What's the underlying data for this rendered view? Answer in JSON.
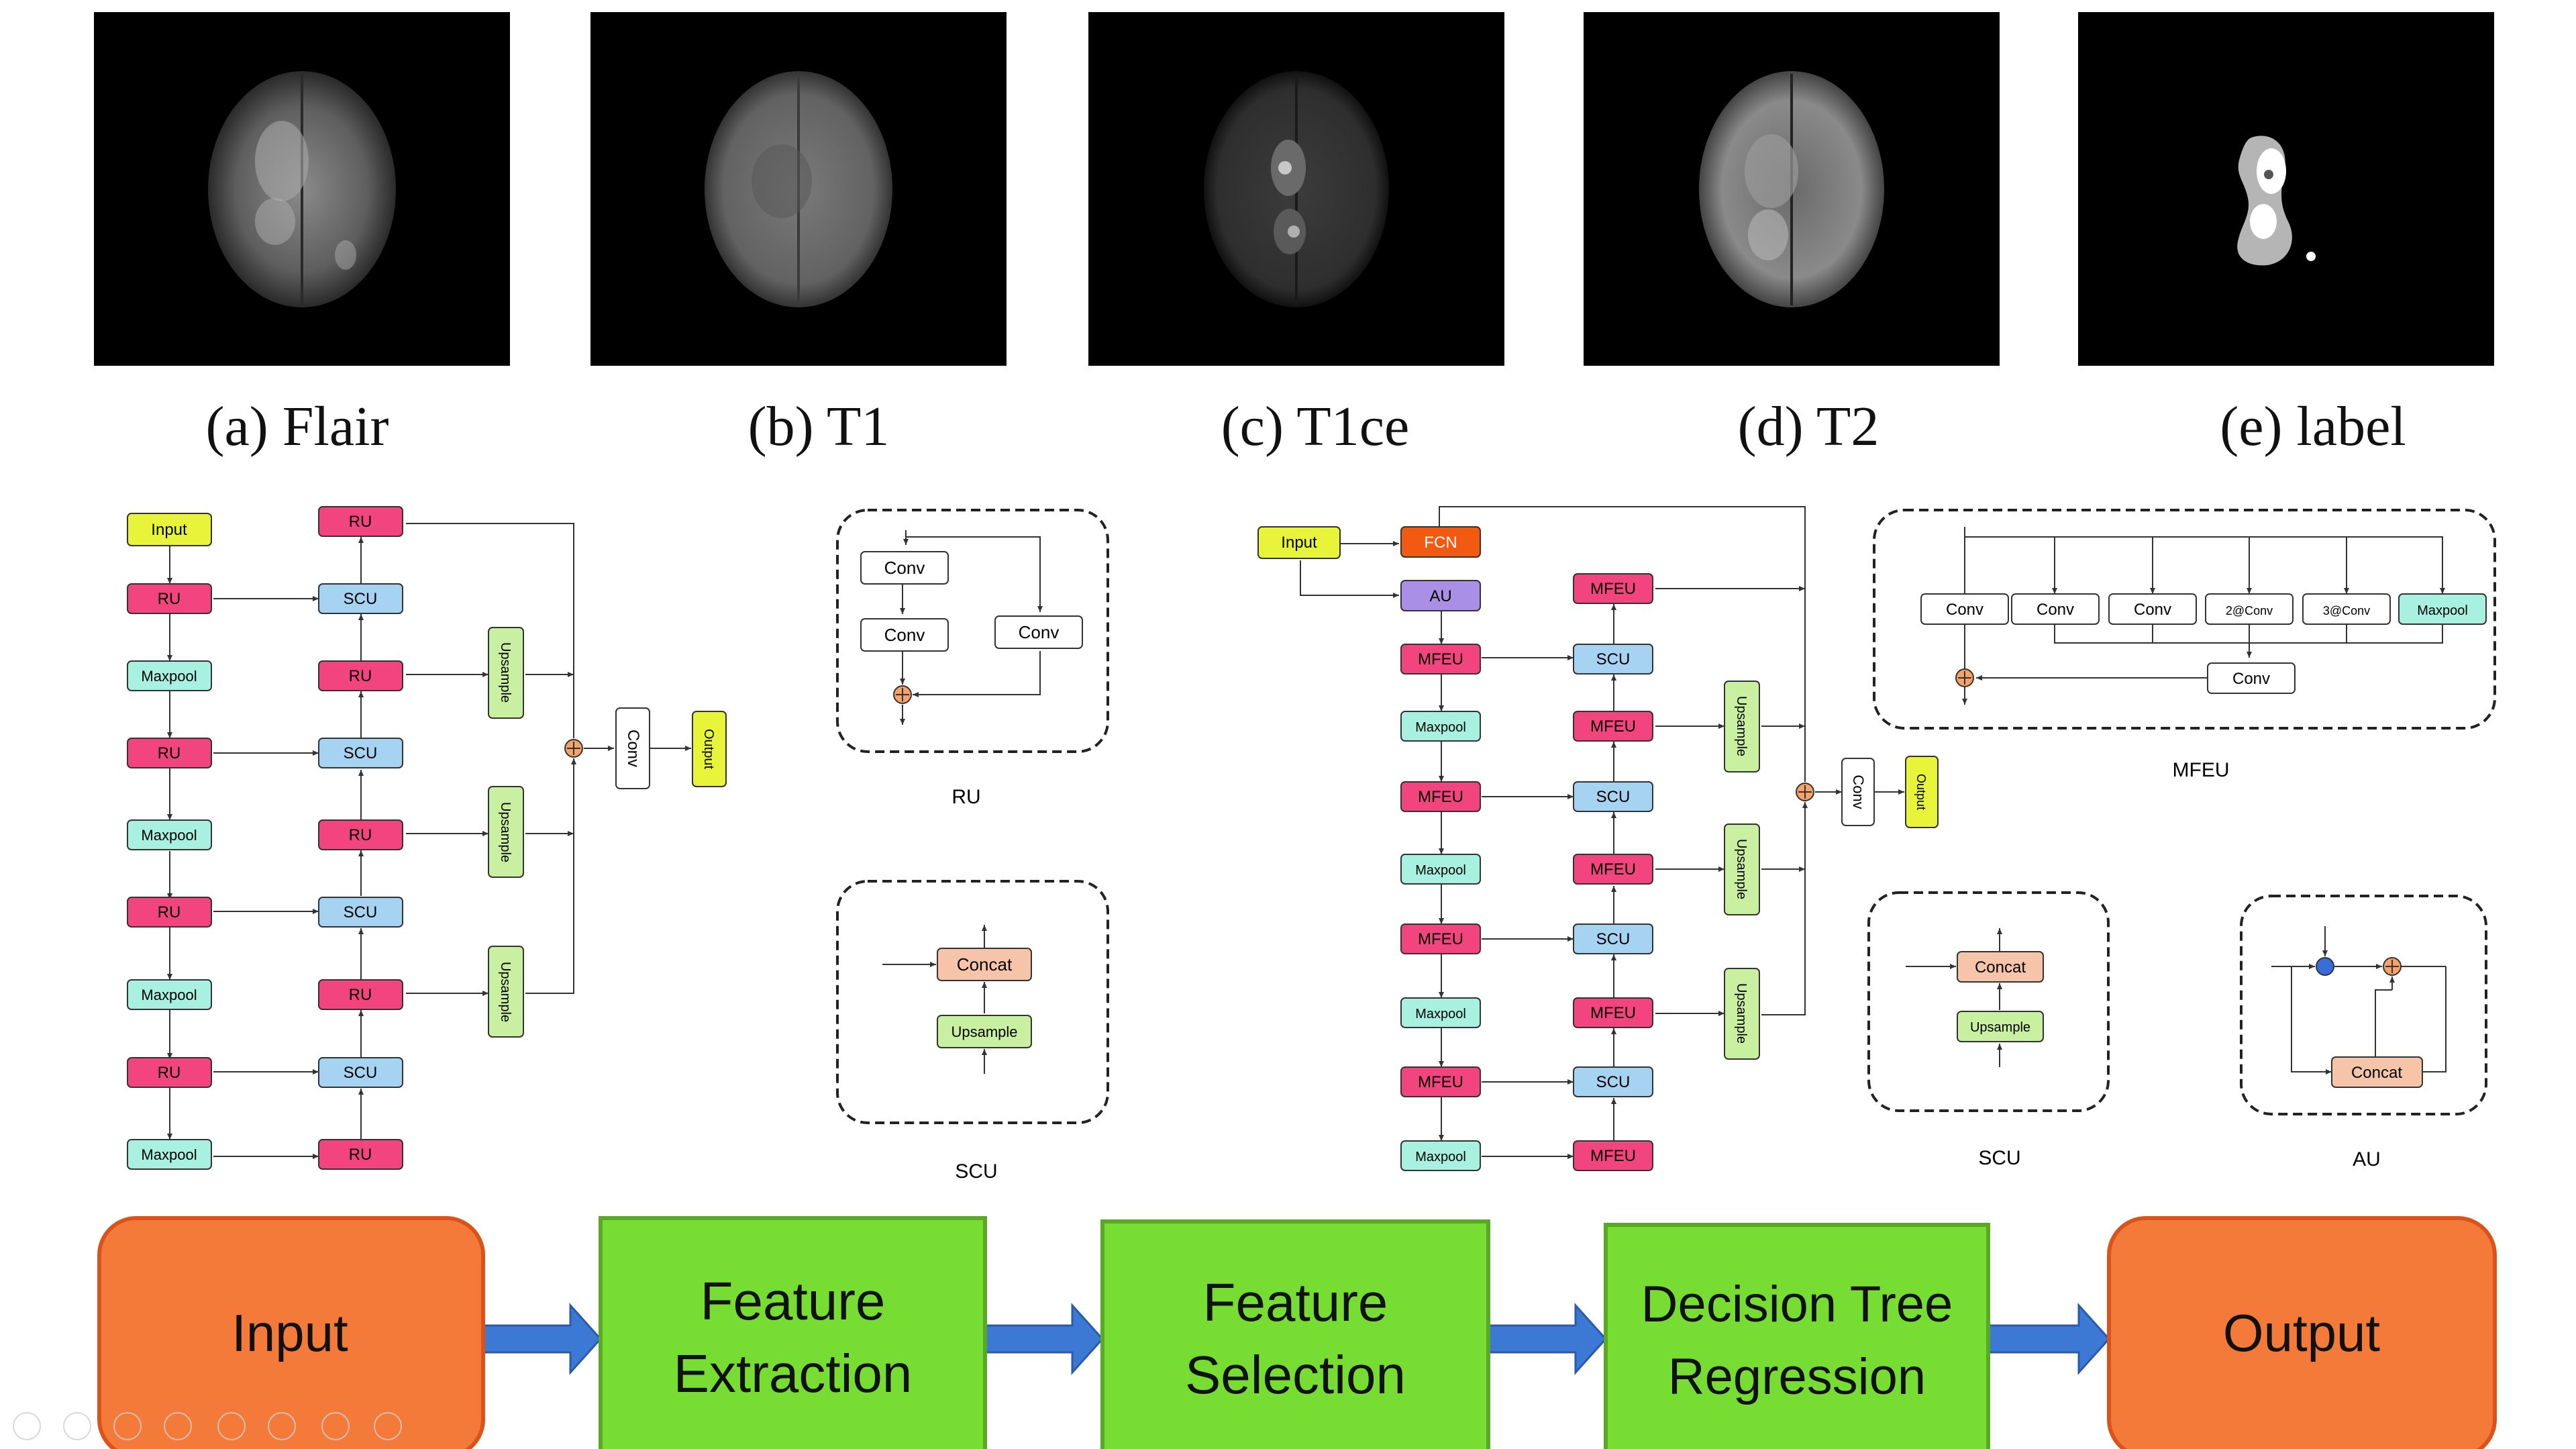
{
  "mri": [
    {
      "caption": "(a) Flair"
    },
    {
      "caption": "(b) T1"
    },
    {
      "caption": "(c) T1ce"
    },
    {
      "caption": "(d) T2"
    },
    {
      "caption": "(e) label"
    }
  ],
  "left_net": {
    "input": "Input",
    "encoder": [
      "RU",
      "Maxpool",
      "RU",
      "Maxpool",
      "RU",
      "Maxpool",
      "RU",
      "Maxpool"
    ],
    "decoder": [
      "RU",
      "SCU",
      "RU",
      "SCU",
      "RU",
      "SCU",
      "RU",
      "SCU",
      "RU"
    ],
    "upsample": [
      "Upsample",
      "Upsample",
      "Upsample"
    ],
    "conv": "Conv",
    "output": "Output"
  },
  "ru_block": {
    "conv_a": "Conv",
    "conv_b": "Conv",
    "conv_c": "Conv",
    "caption": "RU"
  },
  "scu_block_left": {
    "concat": "Concat",
    "upsample": "Upsample",
    "caption": "SCU"
  },
  "right_net": {
    "input": "Input",
    "fcn": "FCN",
    "au": "AU",
    "encoder": [
      "MFEU",
      "Maxpool",
      "MFEU",
      "Maxpool",
      "MFEU",
      "Maxpool",
      "MFEU",
      "Maxpool"
    ],
    "decoder": [
      "MFEU",
      "SCU",
      "MFEU",
      "SCU",
      "MFEU",
      "SCU",
      "MFEU",
      "SCU",
      "MFEU"
    ],
    "upsample": [
      "Upsample",
      "Upsample",
      "Upsample"
    ],
    "conv": "Conv",
    "output": "Output"
  },
  "mfeu_block": {
    "units": [
      "Conv",
      "Conv",
      "Conv",
      "2@Conv",
      "3@Conv",
      "Maxpool"
    ],
    "conv_bottom": "Conv",
    "caption": "MFEU"
  },
  "scu_block_right": {
    "concat": "Concat",
    "upsample": "Upsample",
    "caption": "SCU"
  },
  "au_block": {
    "concat": "Concat",
    "caption": "AU"
  },
  "pipeline": {
    "steps": [
      "Input",
      "Feature Extraction",
      "Feature Selection",
      "Decision Tree Regression",
      "Output"
    ],
    "colors": {
      "io": "#f47a3a",
      "process": "#77dd33",
      "arrow": "#3b79d4"
    }
  },
  "colors": {
    "ru": "#f2447e",
    "maxpool": "#a8f0e0",
    "scu": "#a6d3f2",
    "upsample": "#c8f0a0",
    "input": "#e8f43a",
    "fcn": "#f25a12",
    "au": "#a98fe6",
    "concat": "#f6c4a8"
  }
}
